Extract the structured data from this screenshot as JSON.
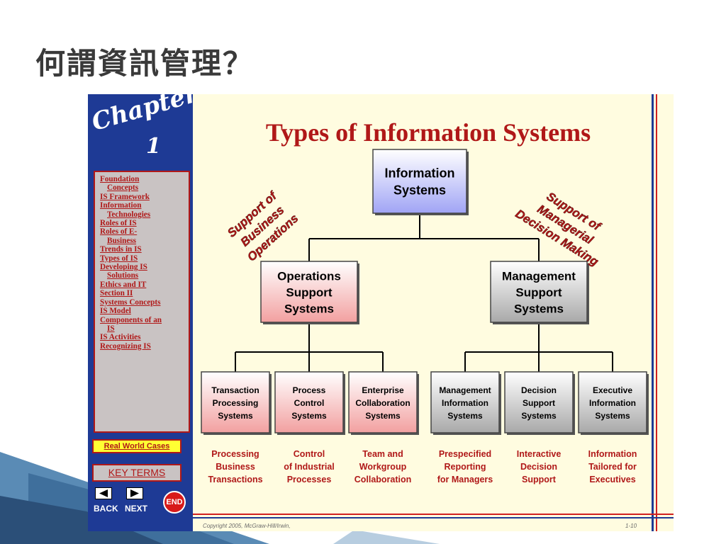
{
  "page": {
    "title": "何謂資訊管理？"
  },
  "sidebar": {
    "chapter_word": "Chapter",
    "chapter_number": "1",
    "links": [
      {
        "text": "Foundation",
        "indent": false
      },
      {
        "text": "Concepts",
        "indent": true
      },
      {
        "text": "IS Framework",
        "indent": false
      },
      {
        "text": "Information",
        "indent": false
      },
      {
        "text": "Technologies",
        "indent": true
      },
      {
        "text": "Roles of IS",
        "indent": false
      },
      {
        "text": "Roles of E-",
        "indent": false
      },
      {
        "text": "Business",
        "indent": true
      },
      {
        "text": "Trends in IS",
        "indent": false
      },
      {
        "text": "Types of IS",
        "indent": false
      },
      {
        "text": "Developing IS",
        "indent": false
      },
      {
        "text": "Solutions",
        "indent": true
      },
      {
        "text": "Ethics and IT",
        "indent": false
      },
      {
        "text": "Section II",
        "indent": false
      },
      {
        "text": "Systems Concepts",
        "indent": false
      },
      {
        "text": "IS Model",
        "indent": false
      },
      {
        "text": "Components of an",
        "indent": false
      },
      {
        "text": "IS",
        "indent": true
      },
      {
        "text": "IS Activities",
        "indent": false
      },
      {
        "text": "Recognizing IS",
        "indent": false
      }
    ],
    "real_world_cases": "Real World Cases",
    "key_terms": "KEY TERMS",
    "back": "BACK",
    "next": "NEXT",
    "end": "END"
  },
  "slide": {
    "heading": "Types of Information Systems",
    "copyright": "Copyright 2005, McGraw-Hill/Irwin,",
    "page_number": "1-10"
  },
  "diagram": {
    "root": {
      "lines": [
        "Information",
        "Systems"
      ]
    },
    "ops_label": [
      "Support of",
      "Business",
      "Operations"
    ],
    "mgmt_label": [
      "Support of",
      "Managerial",
      "Decision Making"
    ],
    "ops": {
      "lines": [
        "Operations",
        "Support",
        "Systems"
      ]
    },
    "mgmt": {
      "lines": [
        "Management",
        "Support",
        "Systems"
      ]
    },
    "leaves": [
      {
        "lines": [
          "Transaction",
          "Processing",
          "Systems"
        ],
        "desc": [
          "Processing",
          "Business",
          "Transactions"
        ],
        "group": "ops"
      },
      {
        "lines": [
          "Process",
          "Control",
          "Systems"
        ],
        "desc": [
          "Control",
          "of Industrial",
          "Processes"
        ],
        "group": "ops"
      },
      {
        "lines": [
          "Enterprise",
          "Collaboration",
          "Systems"
        ],
        "desc": [
          "Team and",
          "Workgroup",
          "Collaboration"
        ],
        "group": "ops"
      },
      {
        "lines": [
          "Management",
          "Information",
          "Systems"
        ],
        "desc": [
          "Prespecified",
          "Reporting",
          "for Managers"
        ],
        "group": "mgmt"
      },
      {
        "lines": [
          "Decision",
          "Support",
          "Systems"
        ],
        "desc": [
          "Interactive",
          "Decision",
          "Support"
        ],
        "group": "mgmt"
      },
      {
        "lines": [
          "Executive",
          "Information",
          "Systems"
        ],
        "desc": [
          "Information",
          "Tailored for",
          "Executives"
        ],
        "group": "mgmt"
      }
    ]
  },
  "colors": {
    "sidebar": "#1e3a95",
    "accent_red": "#b01818",
    "slide_bg": "#fffce0",
    "root_fill": "#a0a4f5",
    "ops_fill": "#f2a0a0",
    "mgmt_fill": "#a9a9a9"
  }
}
